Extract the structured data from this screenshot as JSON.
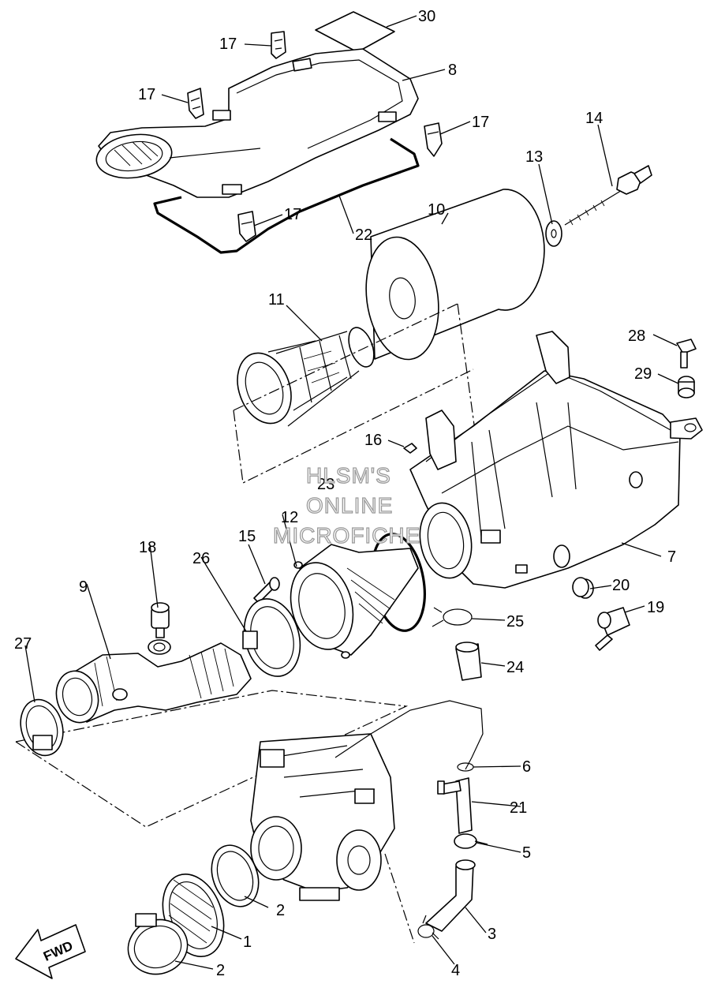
{
  "watermark": {
    "line1": "HLSM'S",
    "line2": "ONLINE",
    "line3": "MICROFICHE"
  },
  "direction_arrow": {
    "label": "FWD"
  },
  "callouts": [
    {
      "id": "c1",
      "text": "1"
    },
    {
      "id": "c2a",
      "text": "2"
    },
    {
      "id": "c2b",
      "text": "2"
    },
    {
      "id": "c3",
      "text": "3"
    },
    {
      "id": "c4",
      "text": "4"
    },
    {
      "id": "c5",
      "text": "5"
    },
    {
      "id": "c6",
      "text": "6"
    },
    {
      "id": "c7",
      "text": "7"
    },
    {
      "id": "c8",
      "text": "8"
    },
    {
      "id": "c9",
      "text": "9"
    },
    {
      "id": "c10",
      "text": "10"
    },
    {
      "id": "c11",
      "text": "11"
    },
    {
      "id": "c12",
      "text": "12"
    },
    {
      "id": "c13",
      "text": "13"
    },
    {
      "id": "c14",
      "text": "14"
    },
    {
      "id": "c15",
      "text": "15"
    },
    {
      "id": "c16",
      "text": "16"
    },
    {
      "id": "c17a",
      "text": "17"
    },
    {
      "id": "c17b",
      "text": "17"
    },
    {
      "id": "c17c",
      "text": "17"
    },
    {
      "id": "c17d",
      "text": "17"
    },
    {
      "id": "c18",
      "text": "18"
    },
    {
      "id": "c19",
      "text": "19"
    },
    {
      "id": "c20",
      "text": "20"
    },
    {
      "id": "c21",
      "text": "21"
    },
    {
      "id": "c22",
      "text": "22"
    },
    {
      "id": "c23",
      "text": "23"
    },
    {
      "id": "c24",
      "text": "24"
    },
    {
      "id": "c25",
      "text": "25"
    },
    {
      "id": "c26",
      "text": "26"
    },
    {
      "id": "c27",
      "text": "27"
    },
    {
      "id": "c28",
      "text": "28"
    },
    {
      "id": "c29",
      "text": "29"
    },
    {
      "id": "c30",
      "text": "30"
    }
  ]
}
